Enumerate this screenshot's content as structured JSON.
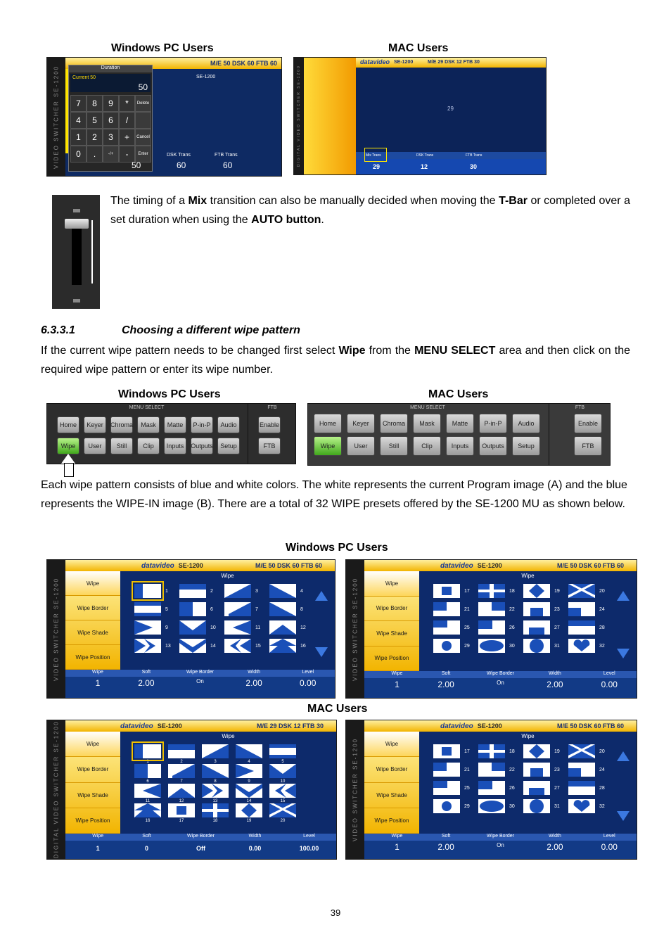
{
  "labels": {
    "top_win": "Windows PC Users",
    "top_mac": "MAC Users",
    "menu_win": "Windows PC Users",
    "menu_mac": "MAC Users",
    "wipe_win": "Windows PC Users",
    "wipe_mac": "MAC Users"
  },
  "mix_paragraph": {
    "t1": "The timing of a ",
    "b1": "Mix",
    "t2": " transition can also be manually decided when moving the ",
    "b2": "T-Bar",
    "t3": " or completed over a set duration when using the ",
    "b3": "AUTO button",
    "t4": "."
  },
  "section": {
    "number": "6.3.3.1",
    "title": "Choosing a different wipe pattern"
  },
  "select_paragraph": {
    "t1": "If the current wipe pattern needs to be changed first select ",
    "b1": "Wipe",
    "t2": " from the ",
    "b2": "MENU SELECT",
    "t3": " area and then click on the required wipe pattern or enter its wipe number."
  },
  "desc_paragraph": "Each wipe pattern consists of blue and white colors. The white represents the current Program image (A) and the blue represents the WIPE-IN image (B). There are a total of 32 WIPE presets offered by the SE-1200 MU as shown below.",
  "page_number": "39",
  "screen_common": {
    "logo": "datavideo",
    "model": "SE-1200",
    "side_win": "VIDEO SWITCHER  SE-1200",
    "side_mac": "DIGITAL VIDEO SWITCHER  SE-1200",
    "topbar_win": "M/E  50  DSK  60  FTB  60",
    "topbar_mac": "M/E 29  DSK 12  FTB 30"
  },
  "keypad": {
    "title": "Duration",
    "current": "Current 50",
    "value": "50",
    "keys": [
      "7",
      "8",
      "9",
      "*",
      "Delete",
      "4",
      "5",
      "6",
      "/",
      "",
      "1",
      "2",
      "3",
      "+",
      "Cancel",
      "0",
      ".",
      "-/+",
      "-",
      "Enter"
    ],
    "bottom_labels": [
      "DSK Trans",
      "FTB Trans"
    ],
    "bottom_values": [
      "50",
      "60",
      "60"
    ]
  },
  "mac_duration": {
    "center_value": "29",
    "labels": [
      "Mix Trans",
      "DSK Trans",
      "FTB Trans"
    ],
    "values": [
      "29",
      "12",
      "30"
    ]
  },
  "menu_select": {
    "title": "MENU SELECT",
    "ftb_title": "FTB",
    "row1": [
      "Home",
      "Keyer",
      "Chroma",
      "Mask",
      "Matte",
      "P-in-P",
      "Audio"
    ],
    "row2": [
      "Wipe",
      "User",
      "Still",
      "Clip",
      "Inputs",
      "Outputs",
      "Setup"
    ],
    "ftb": [
      "Enable",
      "FTB"
    ]
  },
  "wipe_menu": [
    "Wipe",
    "Wipe Border",
    "Wipe Shade",
    "Wipe Position"
  ],
  "wipe_grid_title": "Wipe",
  "wipe_numbers_a": [
    "1",
    "2",
    "3",
    "4",
    "5",
    "6",
    "7",
    "8",
    "9",
    "10",
    "11",
    "12",
    "13",
    "14",
    "15",
    "16"
  ],
  "wipe_numbers_b": [
    "17",
    "18",
    "19",
    "20",
    "21",
    "22",
    "23",
    "24",
    "25",
    "26",
    "27",
    "28",
    "29",
    "30",
    "31",
    "32"
  ],
  "wipe_numbers_mac": [
    "1",
    "2",
    "3",
    "4",
    "5",
    "6",
    "7",
    "8",
    "9",
    "10",
    "11",
    "12",
    "13",
    "14",
    "15",
    "16",
    "17",
    "18",
    "19",
    "20"
  ],
  "bottom_win": {
    "headers": [
      "Wipe",
      "Soft",
      "Wipe Border",
      "Width",
      "Level"
    ],
    "values": [
      "1",
      "2.00",
      "On",
      "2.00",
      "0.00"
    ]
  },
  "bottom_mac": {
    "headers": [
      "Wipe",
      "Soft",
      "Wipe Border",
      "Width",
      "Level"
    ],
    "values": [
      "1",
      "0",
      "Off",
      "0.00",
      "100.00"
    ]
  }
}
